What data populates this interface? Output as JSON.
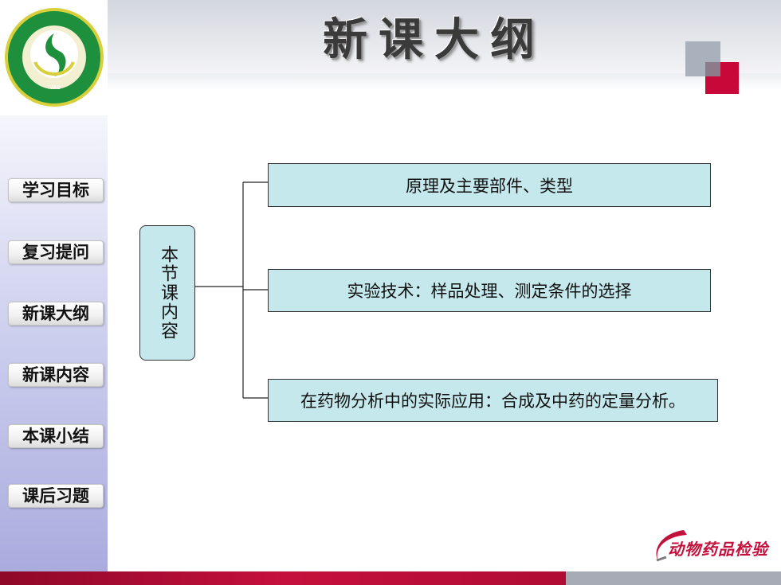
{
  "header": {
    "title": "新课大纲"
  },
  "sidebar": {
    "items": [
      {
        "label": "学习目标"
      },
      {
        "label": "复习提问"
      },
      {
        "label": "新课大纲"
      },
      {
        "label": "新课内容"
      },
      {
        "label": "本课小结"
      },
      {
        "label": "课后习题"
      }
    ]
  },
  "diagram": {
    "root": "本节课内容",
    "nodes": [
      {
        "label": "原理及主要部件、类型"
      },
      {
        "label": "实验技术：样品处理、测定条件的选择"
      },
      {
        "label": "在药物分析中的实际应用：合成及中药的定量分析。"
      }
    ]
  },
  "footer": {
    "logo_text": "动物药品检验"
  },
  "colors": {
    "node_fill": "#c5e8ec",
    "accent_red": "#c9083a",
    "sidebar_bottom": "#a9abde"
  },
  "icons": {
    "logo": "college-emblem-icon",
    "footer_logo": "animal-drug-inspection-logo-icon"
  }
}
